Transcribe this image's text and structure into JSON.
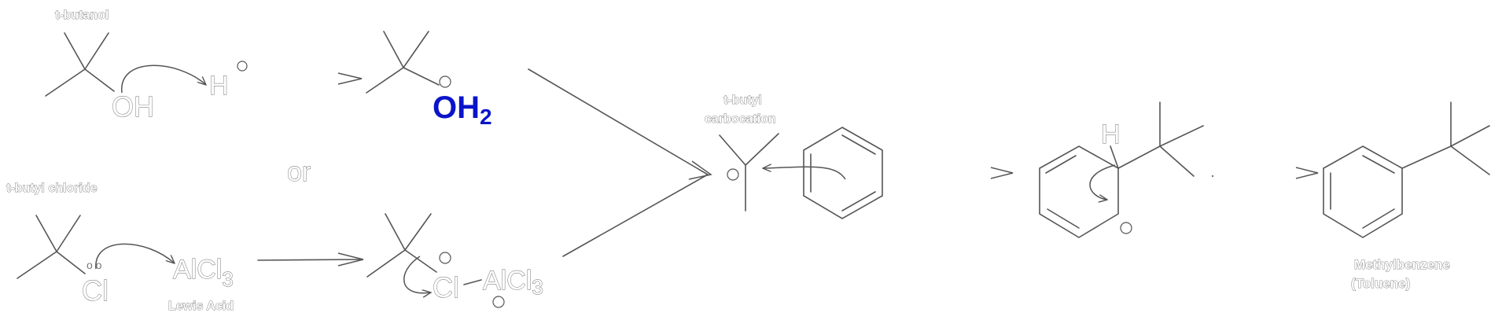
{
  "colors": {
    "bond": "#555555",
    "highlight_blue": "#0a14c8",
    "background": "#ffffff"
  },
  "labels": {
    "t_butanol": "t-butanol",
    "t_butyl_chloride": "t-butyl chloride",
    "or": "or",
    "t_butyl_carbocation_1": "t-butyl",
    "t_butyl_carbocation_2": "carbocation",
    "lewis_acid": "Lewis Acid",
    "methylbenzene_1": "Methylbenzene",
    "methylbenzene_2": "(Toluene)"
  },
  "atoms": {
    "oh": "OH",
    "h_plus": "H",
    "oh2_main": "OH",
    "oh2_sub": "2",
    "cl": "Cl",
    "alcl3_main": "AlCl",
    "alcl3_sub": "3",
    "cl_complex": "Cl",
    "alcl3_complex": "AlCl",
    "alcl3_complex_sub": "3",
    "h_sigma": "H"
  }
}
